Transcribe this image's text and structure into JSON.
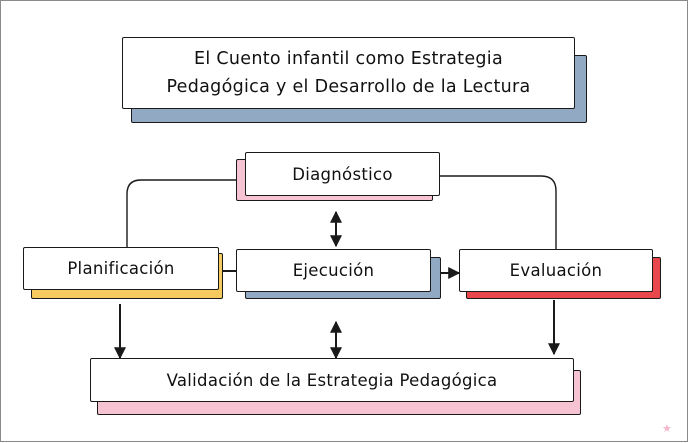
{
  "title": {
    "line1": "El Cuento infantil como Estrategia",
    "line2": "Pedagógica y el Desarrollo de la Lectura"
  },
  "nodes": {
    "diagnostico": "Diagnóstico",
    "planificacion": "Planificación",
    "ejecucion": "Ejecución",
    "evaluacion": "Evaluación",
    "validacion": "Validación de la Estrategia Pedagógica"
  },
  "colors": {
    "title_shadow": "#91a9c2",
    "diagnostico_shadow": "#f6c3d2",
    "planificacion_shadow": "#f5ca5e",
    "ejecucion_shadow": "#91a9c2",
    "evaluacion_shadow": "#e8474c",
    "validacion_shadow": "#f6c3d2",
    "line": "#1a1a1a"
  },
  "decoration": {
    "corner_icon": "star-icon"
  }
}
